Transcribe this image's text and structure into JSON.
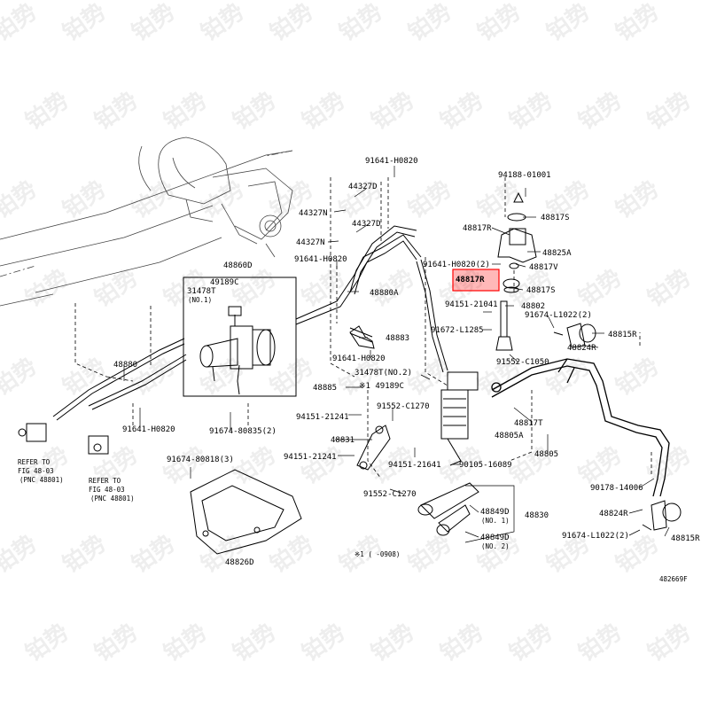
{
  "diagram": {
    "code": "482669F",
    "footnote": "※1 (     -0908)",
    "highlight_color": "#ff0000",
    "watermark": "铂势",
    "labels": {
      "p91641_h0820_top": "91641-H0820",
      "p44327d_a": "44327D",
      "p44327n_a": "44327N",
      "p44327d_b": "44327D",
      "p44327n_b": "44327N",
      "p91641_h0820_mid": "91641-H0820",
      "p48860d": "48860D",
      "p49189c_top": "49189C",
      "p31478t_top": "31478T",
      "p31478t_no1": "(NO.1)",
      "p48880a": "48880A",
      "p48883": "48883",
      "p91641_h0820_low": "91641-H0820",
      "p31478t_no2": "31478T(NO.2)",
      "p48885": "48885",
      "p49189c_mark": "※1 49189C",
      "p48880": "48880",
      "p91641_h0820_left": "91641-H0820",
      "p91674_80835": "91674-80835(2)",
      "refer1_a": "REFER TO",
      "refer1_b": "FIG 48-03",
      "refer1_c": "(PNC 48801)",
      "refer2_a": "REFER TO",
      "refer2_b": "FIG 48-03",
      "refer2_c": "(PNC 48801)",
      "p91674_80818": "91674-80818(3)",
      "p48826d": "48826D",
      "p94151_21241_a": "94151-21241",
      "p91552_c1270_a": "91552-C1270",
      "p48831": "48831",
      "p94151_21241_b": "94151-21241",
      "p94151_21641": "94151-21641",
      "p90105_16089": "90105-16089",
      "p91552_c1270_b": "91552-C1270",
      "p48849d_no1": "48849D",
      "p48849d_no1_sub": "(NO. 1)",
      "p48830": "48830",
      "p48849d_no2": "48849D",
      "p48849d_no2_sub": "(NO. 2)",
      "p94188_01001": "94188-01001",
      "p48817s_top": "48817S",
      "p48817r_top": "48817R",
      "p48825a": "48825A",
      "p91641_h0820_right": "91641-H0820(2)",
      "p48817v": "48817V",
      "p48817r_hl": "48817R",
      "p48817s_mid": "48817S",
      "p94151_21041": "94151-21041",
      "p48802": "48802",
      "p91674_l1022_top": "91674-L1022(2)",
      "p91672_l1285": "91672-L1285",
      "p48815r_top": "48815R",
      "p48824r_top": "48824R",
      "p91552_c1050": "91552-C1050",
      "p48817t": "48817T",
      "p48805a": "48805A",
      "p48805": "48805",
      "p90178_14006": "90178-14006",
      "p48824r_low": "48824R",
      "p91674_l1022_low": "91674-L1022(2)",
      "p48815r_low": "48815R"
    }
  }
}
